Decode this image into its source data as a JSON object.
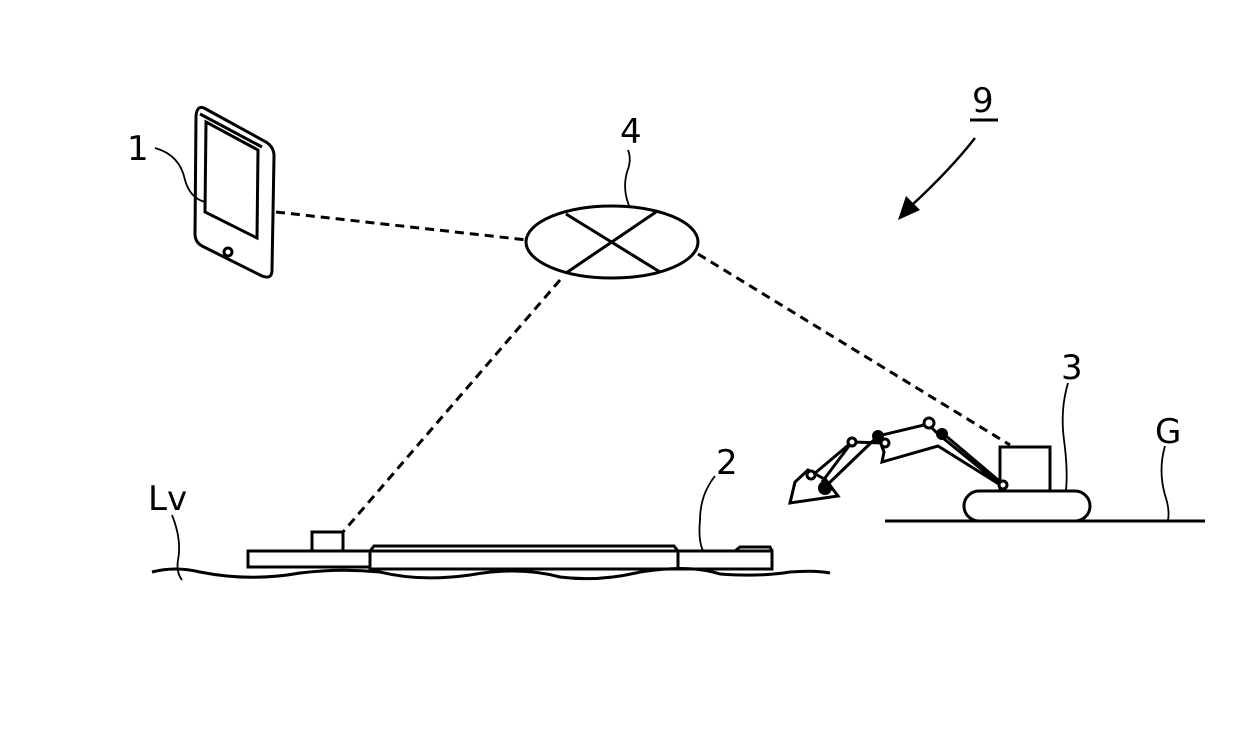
{
  "labels": {
    "terminal": "1",
    "ship": "2",
    "excavator": "3",
    "network": "4",
    "system": "9",
    "water_level": "Lv",
    "ground": "G"
  }
}
